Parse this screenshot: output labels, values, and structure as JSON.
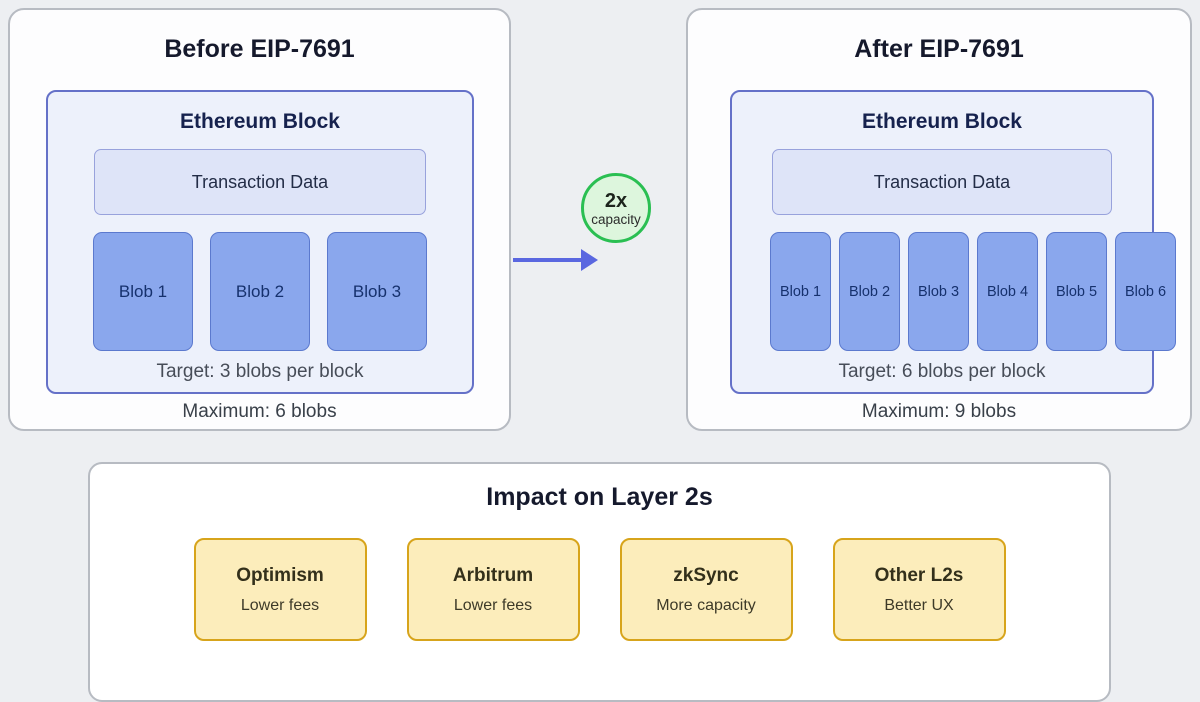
{
  "panels": [
    {
      "title": "Before EIP-7691",
      "block": {
        "title": "Ethereum Block",
        "transaction_label": "Transaction Data",
        "blobs": [
          "Blob 1",
          "Blob 2",
          "Blob 3"
        ],
        "target": "Target: 3 blobs per block"
      },
      "maximum": "Maximum: 6 blobs"
    },
    {
      "title": "After EIP-7691",
      "block": {
        "title": "Ethereum Block",
        "transaction_label": "Transaction Data",
        "blobs": [
          "Blob 1",
          "Blob 2",
          "Blob 3",
          "Blob 4",
          "Blob 5",
          "Blob 6"
        ],
        "target": "Target: 6 blobs per block"
      },
      "maximum": "Maximum: 9 blobs"
    }
  ],
  "connector": {
    "badge_value": "2x",
    "badge_label": "capacity"
  },
  "impact": {
    "title": "Impact on Layer 2s",
    "cards": [
      {
        "name": "Optimism",
        "benefit": "Lower fees"
      },
      {
        "name": "Arbitrum",
        "benefit": "Lower fees"
      },
      {
        "name": "zkSync",
        "benefit": "More capacity"
      },
      {
        "name": "Other L2s",
        "benefit": "Better UX"
      }
    ]
  },
  "colors": {
    "page_background": "#edeff2",
    "panel_background": "#fdfdfe",
    "panel_border": "#b7bbc2",
    "block_fill": "#edf1fb",
    "block_border": "#6571c8",
    "transaction_fill": "#dee4f8",
    "transaction_border": "#98a2dc",
    "blob_fill": "#8aa7ed",
    "blob_border": "#5b79ce",
    "blob_text": "#16316d",
    "arrow": "#5a67e0",
    "badge_fill": "#ddf6dd",
    "badge_border": "#2abf52",
    "l2_card_fill": "#fcedbb",
    "l2_card_border": "#d7a41b"
  }
}
